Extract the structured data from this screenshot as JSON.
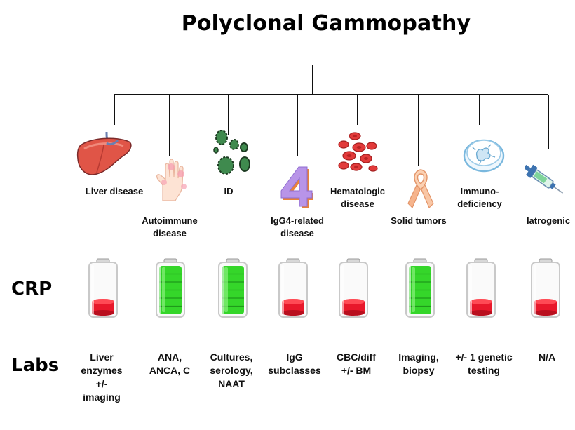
{
  "title": "Polyclonal Gammopathy",
  "rows": {
    "crp": "CRP",
    "labs": "Labs"
  },
  "colors": {
    "tree_line": "#111111",
    "battery_full": "#35d62a",
    "battery_low": "#e8182b",
    "battery_glass": "#c9c9c9"
  },
  "categories": [
    {
      "id": "liver",
      "label": "Liver disease",
      "icon": "liver-icon",
      "crp_level": "low",
      "labs": [
        "Liver",
        "enzymes",
        "+/-",
        "imaging"
      ]
    },
    {
      "id": "autoimmune",
      "label": "Autoimmune disease",
      "icon": "inflamed-hand-icon",
      "crp_level": "full",
      "labs": [
        "ANA,",
        "ANCA, C"
      ]
    },
    {
      "id": "id",
      "label": "ID",
      "icon": "microbes-icon",
      "crp_level": "full",
      "labs": [
        "Cultures,",
        "serology,",
        "NAAT"
      ]
    },
    {
      "id": "igg4",
      "label": "IgG4-related disease",
      "icon": "number-four-icon",
      "crp_level": "low",
      "labs": [
        "IgG",
        "subclasses"
      ]
    },
    {
      "id": "hematologic",
      "label": "Hematologic disease",
      "icon": "blood-cells-icon",
      "crp_level": "low",
      "labs": [
        "CBC/diff",
        "+/- BM"
      ]
    },
    {
      "id": "solid",
      "label": "Solid tumors",
      "icon": "awareness-ribbon-icon",
      "crp_level": "full",
      "labs": [
        "Imaging,",
        "biopsy"
      ]
    },
    {
      "id": "immuno",
      "label": "Immuno-deficiency",
      "icon": "petri-dish-icon",
      "crp_level": "low",
      "labs": [
        "+/- 1 genetic",
        "testing"
      ]
    },
    {
      "id": "iatrogenic",
      "label": "Iatrogenic",
      "icon": "syringe-icon",
      "crp_level": "low",
      "labs": [
        "N/A"
      ]
    }
  ]
}
